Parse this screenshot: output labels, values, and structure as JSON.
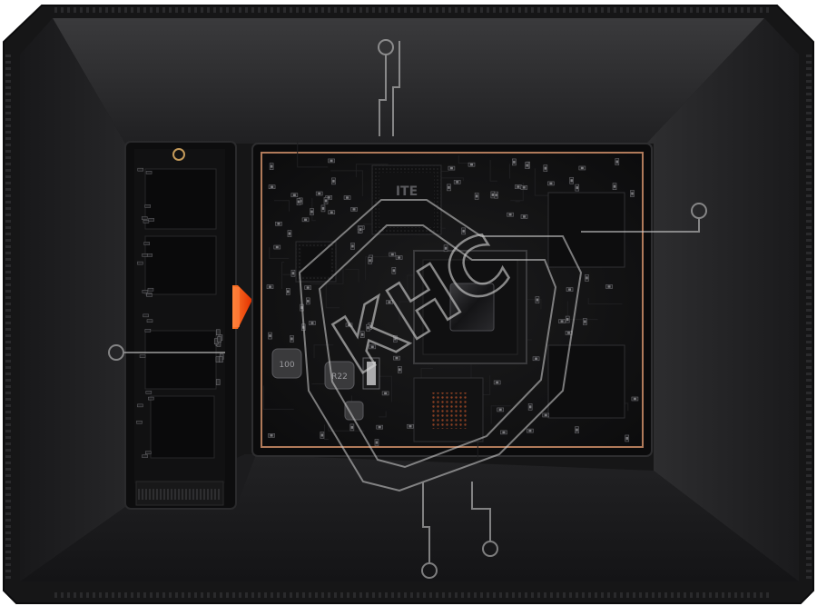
{
  "chip_labels": {
    "controller_brand": "ITE",
    "inductor_left": "100",
    "inductor_right": "R22"
  },
  "watermark": {
    "text": "КНС"
  },
  "colors": {
    "background": "#ffffff",
    "chassis": "#1b1b1c",
    "pcb": "#141414",
    "copper_frame": "#b07a5a",
    "accent_led": "#ff4a1a"
  }
}
